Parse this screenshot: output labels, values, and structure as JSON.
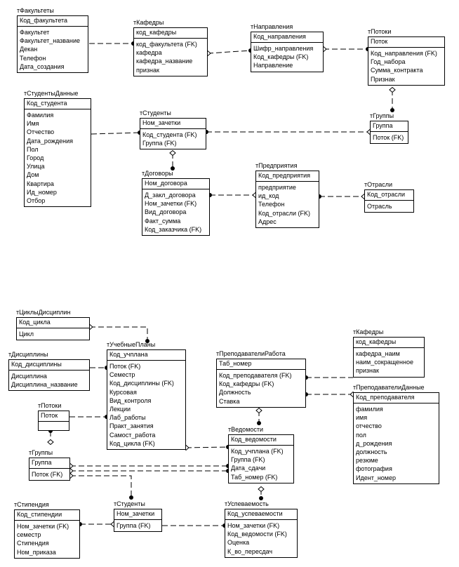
{
  "entities": [
    {
      "id": "f1",
      "title": "тФакультеты",
      "keys": [
        "Код_факультета"
      ],
      "attrs": [
        "Факультет",
        "Факультет_название",
        "Декан",
        "Телефон",
        "Дата_создания"
      ]
    },
    {
      "id": "k1",
      "title": "тКафедры",
      "keys": [
        "код_кафедры"
      ],
      "attrs": [
        "код_факультета (FK)",
        "кафедра",
        "кафедра_название",
        "признак"
      ]
    },
    {
      "id": "n1",
      "title": "тНаправления",
      "keys": [
        "Код_направления"
      ],
      "attrs": [
        "Шифр_направления",
        "Код_кафедры (FK)",
        "Направление"
      ]
    },
    {
      "id": "p1",
      "title": "тПотоки",
      "keys": [
        "Поток"
      ],
      "attrs": [
        "Код_направления (FK)",
        "Год_набора",
        "Сумма_контракта",
        "Признак"
      ]
    },
    {
      "id": "sd1",
      "title": "тСтудентыДанные",
      "keys": [
        "Код_студента"
      ],
      "attrs": [
        "Фамилия",
        "Имя",
        "Отчество",
        "Дата_рождения",
        "Пол",
        "Город",
        "Улица",
        "Дом",
        "Квартира",
        "Ид_номер",
        "Отбор"
      ]
    },
    {
      "id": "s1",
      "title": "тСтуденты",
      "keys": [
        "Ном_зачетки"
      ],
      "attrs": [
        "Код_студента (FK)",
        "Группа (FK)"
      ]
    },
    {
      "id": "g1",
      "title": "тГруппы",
      "keys": [
        "Группа"
      ],
      "attrs": [
        "Поток (FK)"
      ]
    },
    {
      "id": "d1",
      "title": "тДоговоры",
      "keys": [
        "Ном_договора"
      ],
      "attrs": [
        "Д_закл_договора",
        "Ном_зачетки (FK)",
        "Вид_договора",
        "Факт_сумма",
        "Код_заказчика (FK)"
      ]
    },
    {
      "id": "pr1",
      "title": "тПредприятия",
      "keys": [
        "Код_предприятия"
      ],
      "attrs": [
        "предприятие",
        "ид_код",
        "Телефон",
        "Код_отрасли (FK)",
        "Адрес"
      ]
    },
    {
      "id": "o1",
      "title": "тОтрасли",
      "keys": [
        "Код_отрасли"
      ],
      "attrs": [
        "Отрасль"
      ]
    },
    {
      "id": "cd2",
      "title": "тЦиклыДисциплин",
      "keys": [
        "Код_цикла"
      ],
      "attrs": [
        "Цикл"
      ]
    },
    {
      "id": "ds2",
      "title": "тДисциплины",
      "keys": [
        "Код_дисциплины"
      ],
      "attrs": [
        "Дисциплина",
        "Дисциплина_название"
      ]
    },
    {
      "id": "up2",
      "title": "тУчебныеПланы",
      "keys": [
        "Код_учплана"
      ],
      "attrs": [
        "Поток (FK)",
        "Семестр",
        "Код_дисциплины (FK)",
        "Курсовая",
        "Вид_контроля",
        "Лекции",
        "Лаб_работы",
        "Практ_занятия",
        "Самост_работа",
        "Код_цикла (FK)"
      ]
    },
    {
      "id": "pt2",
      "title": "тПотоки",
      "keys": [
        "Поток"
      ],
      "attrs": []
    },
    {
      "id": "gr2",
      "title": "тГруппы",
      "keys": [
        "Группа"
      ],
      "attrs": [
        "Поток (FK)"
      ]
    },
    {
      "id": "prr2",
      "title": "тПреподавателиРабота",
      "keys": [
        "Таб_номер"
      ],
      "attrs": [
        "Код_преподавателя (FK)",
        "Код_кафедры (FK)",
        "Должность",
        "Ставка"
      ]
    },
    {
      "id": "kf2",
      "title": "тКафедры",
      "keys": [
        "код_кафедры"
      ],
      "attrs": [
        "кафедра_наим",
        "наим_сокращенное",
        "признак"
      ]
    },
    {
      "id": "pd2",
      "title": "тПреподавателиДанные",
      "keys": [
        "Код_преподавателя"
      ],
      "attrs": [
        "фамилия",
        "имя",
        "отчество",
        "пол",
        "д_рождения",
        "должность",
        "резюме",
        "фотография",
        "Идент_номер"
      ]
    },
    {
      "id": "v2",
      "title": "тВедомости",
      "keys": [
        "Код_ведомости"
      ],
      "attrs": [
        "Код_учплана (FK)",
        "Группа (FK)",
        "Дата_сдачи",
        "Таб_номер (FK)"
      ]
    },
    {
      "id": "st2",
      "title": "тСтипендия",
      "keys": [
        "Код_стипендии"
      ],
      "attrs": [
        "Ном_зачетки (FK)",
        "семестр",
        "Стипендия",
        "Ном_приказа"
      ]
    },
    {
      "id": "s2",
      "title": "тСтуденты",
      "keys": [
        "Ном_зачетки"
      ],
      "attrs": [
        "Группа (FK)"
      ]
    },
    {
      "id": "u2",
      "title": "тУспеваемость",
      "keys": [
        "Код_успеваемости"
      ],
      "attrs": [
        "Ном_зачетки (FK)",
        "Код_ведомости (FK)",
        "Оценка",
        "К_во_пересдач"
      ]
    }
  ]
}
